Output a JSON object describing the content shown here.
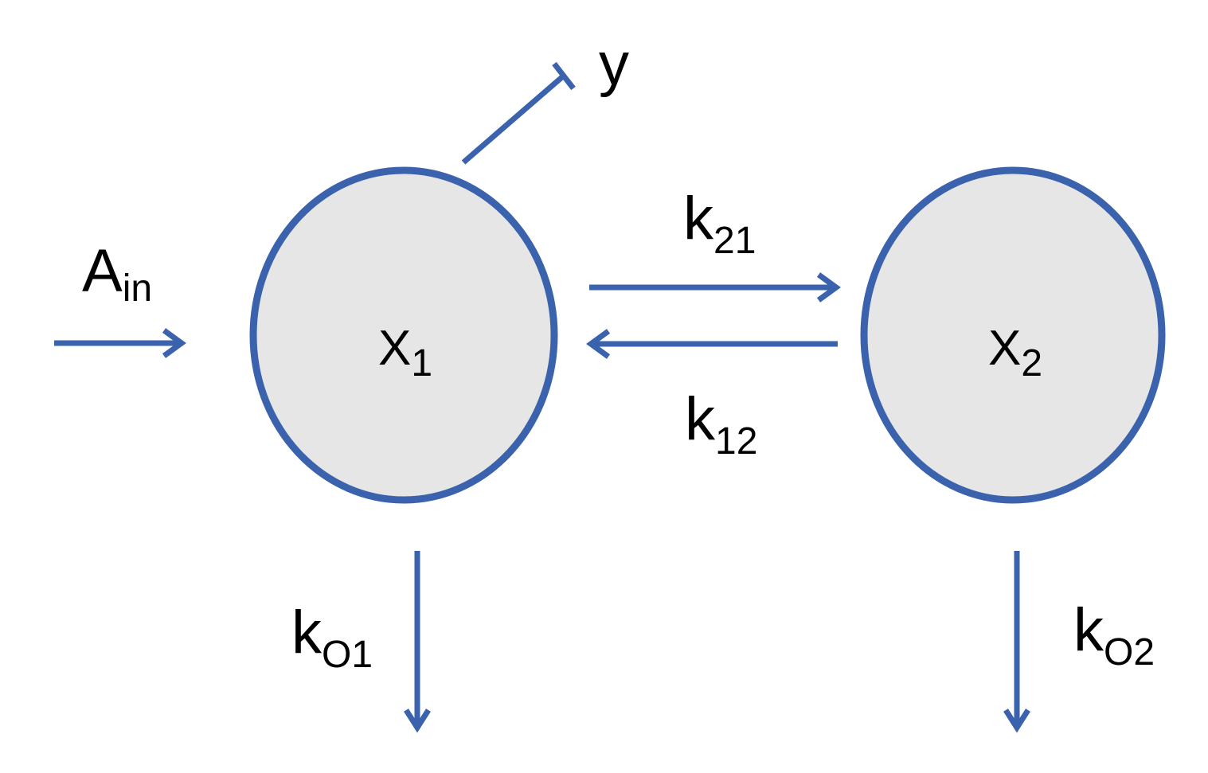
{
  "colors": {
    "stroke": "#3a62ad",
    "node_fill": "#e6e6e6",
    "background": "#ffffff",
    "text": "#000000"
  },
  "nodes": {
    "x1": {
      "main": "X",
      "sub": "1"
    },
    "x2": {
      "main": "X",
      "sub": "2"
    }
  },
  "edges": {
    "input": {
      "main": "A",
      "sub": "in"
    },
    "inhibit": {
      "main": "y"
    },
    "k21": {
      "main": "k",
      "sub": "21"
    },
    "k12": {
      "main": "k",
      "sub": "12"
    },
    "ko1": {
      "main": "k",
      "sub": "O1"
    },
    "ko2": {
      "main": "k",
      "sub": "O2"
    }
  }
}
